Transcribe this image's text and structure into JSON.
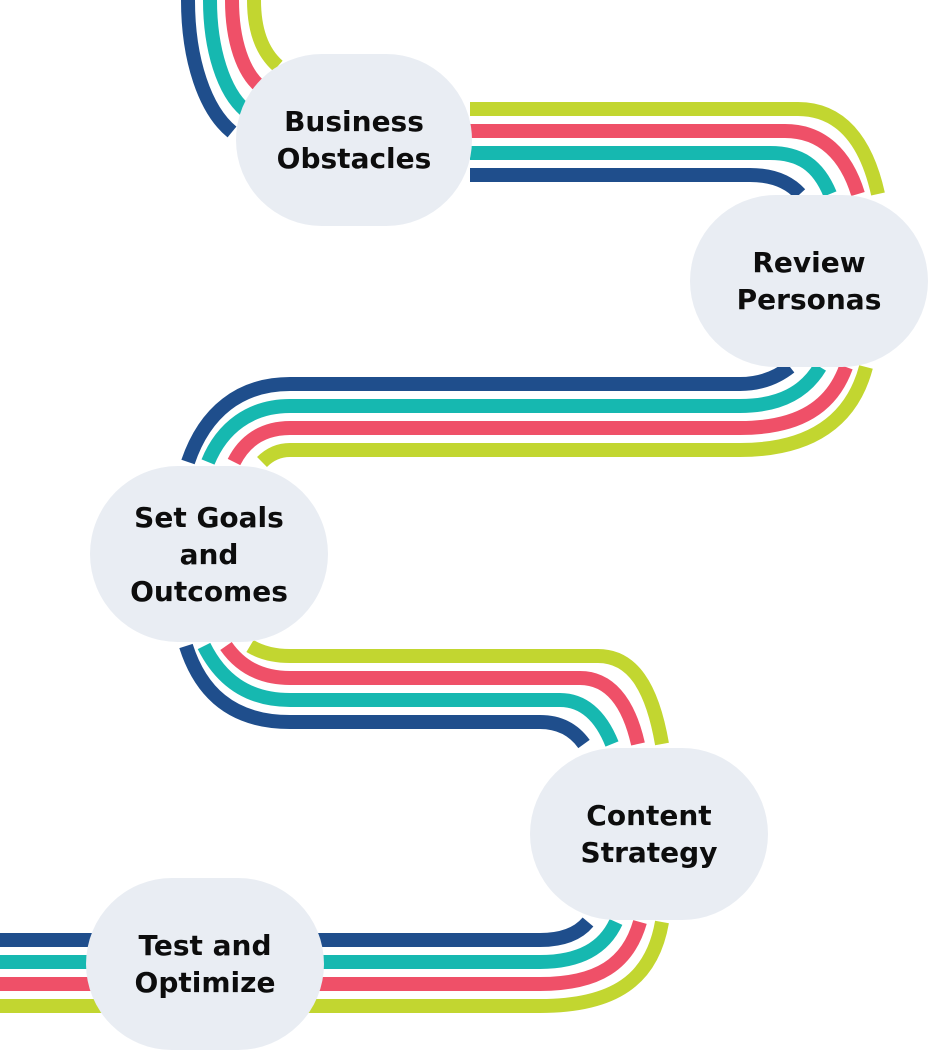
{
  "stripe_colors": {
    "navy": "#1f4e8c",
    "teal": "#16b8b0",
    "red": "#ef5068",
    "lime": "#c2d630",
    "node_fill": "#e9edf3"
  },
  "steps": [
    {
      "label": "Business Obstacles"
    },
    {
      "label": "Review Personas"
    },
    {
      "label": "Set Goals and Outcomes"
    },
    {
      "label": "Content Strategy"
    },
    {
      "label": "Test and Optimize"
    }
  ]
}
